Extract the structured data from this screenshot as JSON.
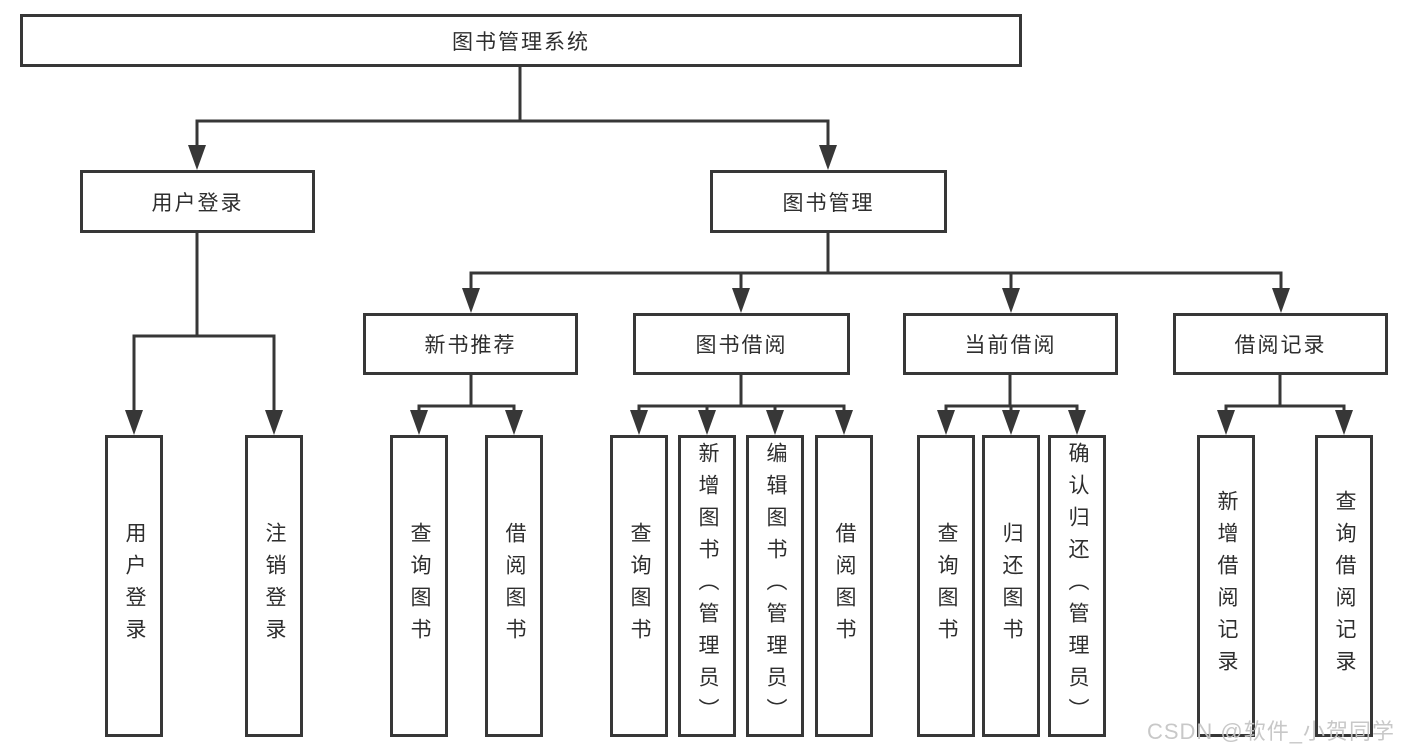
{
  "diagram": {
    "title": "图书管理系统",
    "root": {
      "label": "图书管理系统"
    },
    "level2": {
      "user_login": {
        "label": "用户登录"
      },
      "book_mgmt": {
        "label": "图书管理"
      }
    },
    "level3": {
      "new_book_rec": {
        "label": "新书推荐"
      },
      "book_borrow": {
        "label": "图书借阅"
      },
      "current_borrow": {
        "label": "当前借阅"
      },
      "borrow_records": {
        "label": "借阅记录"
      }
    },
    "leaves": {
      "user_login_leaf": {
        "label": "用户登录"
      },
      "logout_leaf": {
        "label": "注销登录"
      },
      "nbr_query_books": {
        "label": "查询图书"
      },
      "nbr_borrow_books": {
        "label": "借阅图书"
      },
      "bb_query_books": {
        "label": "查询图书"
      },
      "bb_add_books": {
        "label": "新增图书（管理员）"
      },
      "bb_edit_books": {
        "label": "编辑图书（管理员）"
      },
      "bb_borrow_books": {
        "label": "借阅图书"
      },
      "cb_query_books": {
        "label": "查询图书"
      },
      "cb_return_books": {
        "label": "归还图书"
      },
      "cb_confirm_return": {
        "label": "确认归还（管理员）"
      },
      "br_add_record": {
        "label": "新增借阅记录"
      },
      "br_query_record": {
        "label": "查询借阅记录"
      }
    }
  },
  "watermark": {
    "text": "CSDN @软件_小贺同学"
  },
  "colors": {
    "line": "#373737",
    "text": "#2e2e2e",
    "box_background": "#ffffff",
    "watermark": "#c5c5c5"
  }
}
